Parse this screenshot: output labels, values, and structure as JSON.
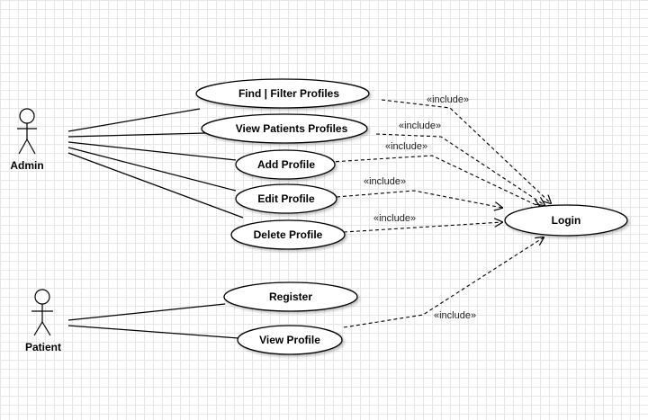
{
  "diagram": {
    "actors": {
      "admin": "Admin",
      "patient": "Patient"
    },
    "use_cases": {
      "find_filter": "Find | Filter Profiles",
      "view_patients": "View Patients Profiles",
      "add_profile": "Add Profile",
      "edit_profile": "Edit Profile",
      "delete_profile": "Delete Profile",
      "register": "Register",
      "view_profile": "View Profile",
      "login": "Login"
    },
    "include_label": "«include»"
  }
}
